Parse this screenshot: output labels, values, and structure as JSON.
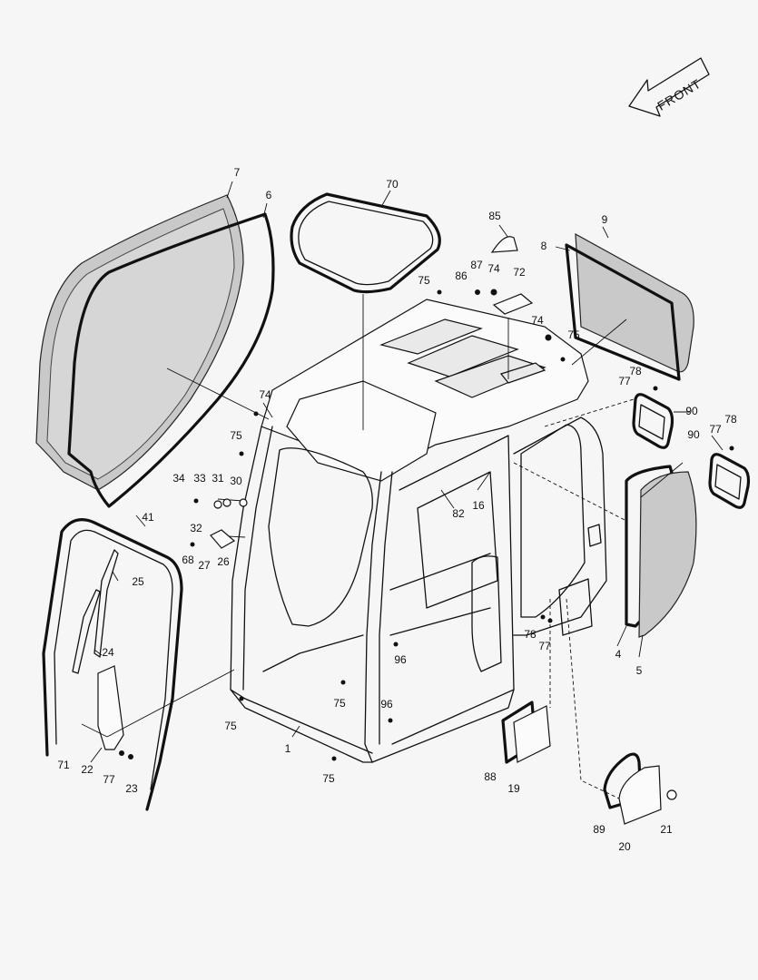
{
  "front_arrow_label": "FRONT",
  "part_labels": {
    "p1": "1",
    "p4": "4",
    "p5": "5",
    "p6": "6",
    "p7": "7",
    "p8": "8",
    "p9": "9",
    "p16": "16",
    "p19": "19",
    "p20": "20",
    "p21": "21",
    "p22": "22",
    "p23": "23",
    "p24": "24",
    "p25": "25",
    "p26": "26",
    "p27": "27",
    "p30": "30",
    "p31": "31",
    "p32": "32",
    "p33": "33",
    "p34": "34",
    "p41": "41",
    "p68": "68",
    "p70": "70",
    "p71": "71",
    "p72": "72",
    "p74a": "74",
    "p74b": "74",
    "p74c": "74",
    "p75a": "75",
    "p75b": "75",
    "p75c": "75",
    "p75d": "75",
    "p75e": "75",
    "p75f": "75",
    "p77a": "77",
    "p77b": "77",
    "p77c": "77",
    "p78a": "78",
    "p78b": "78",
    "p78c": "78",
    "p82": "82",
    "p85": "85",
    "p86": "86",
    "p87": "87",
    "p88": "88",
    "p89": "89",
    "p90a": "90",
    "p90b": "90",
    "p96a": "96",
    "p96b": "96"
  },
  "icons": {
    "front_arrow": "front-direction-arrow-icon"
  }
}
